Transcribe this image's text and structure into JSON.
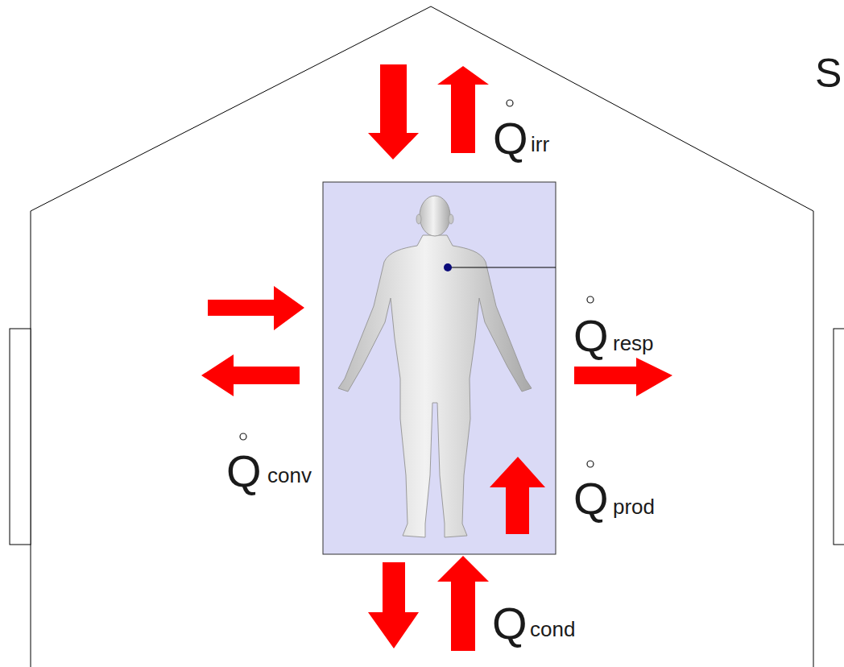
{
  "diagram": {
    "labels": [
      "Q",
      "irr",
      "Q",
      "resp",
      "Q",
      "conv",
      "Q",
      "prod",
      "Q",
      "cond",
      "S"
    ]
  }
}
